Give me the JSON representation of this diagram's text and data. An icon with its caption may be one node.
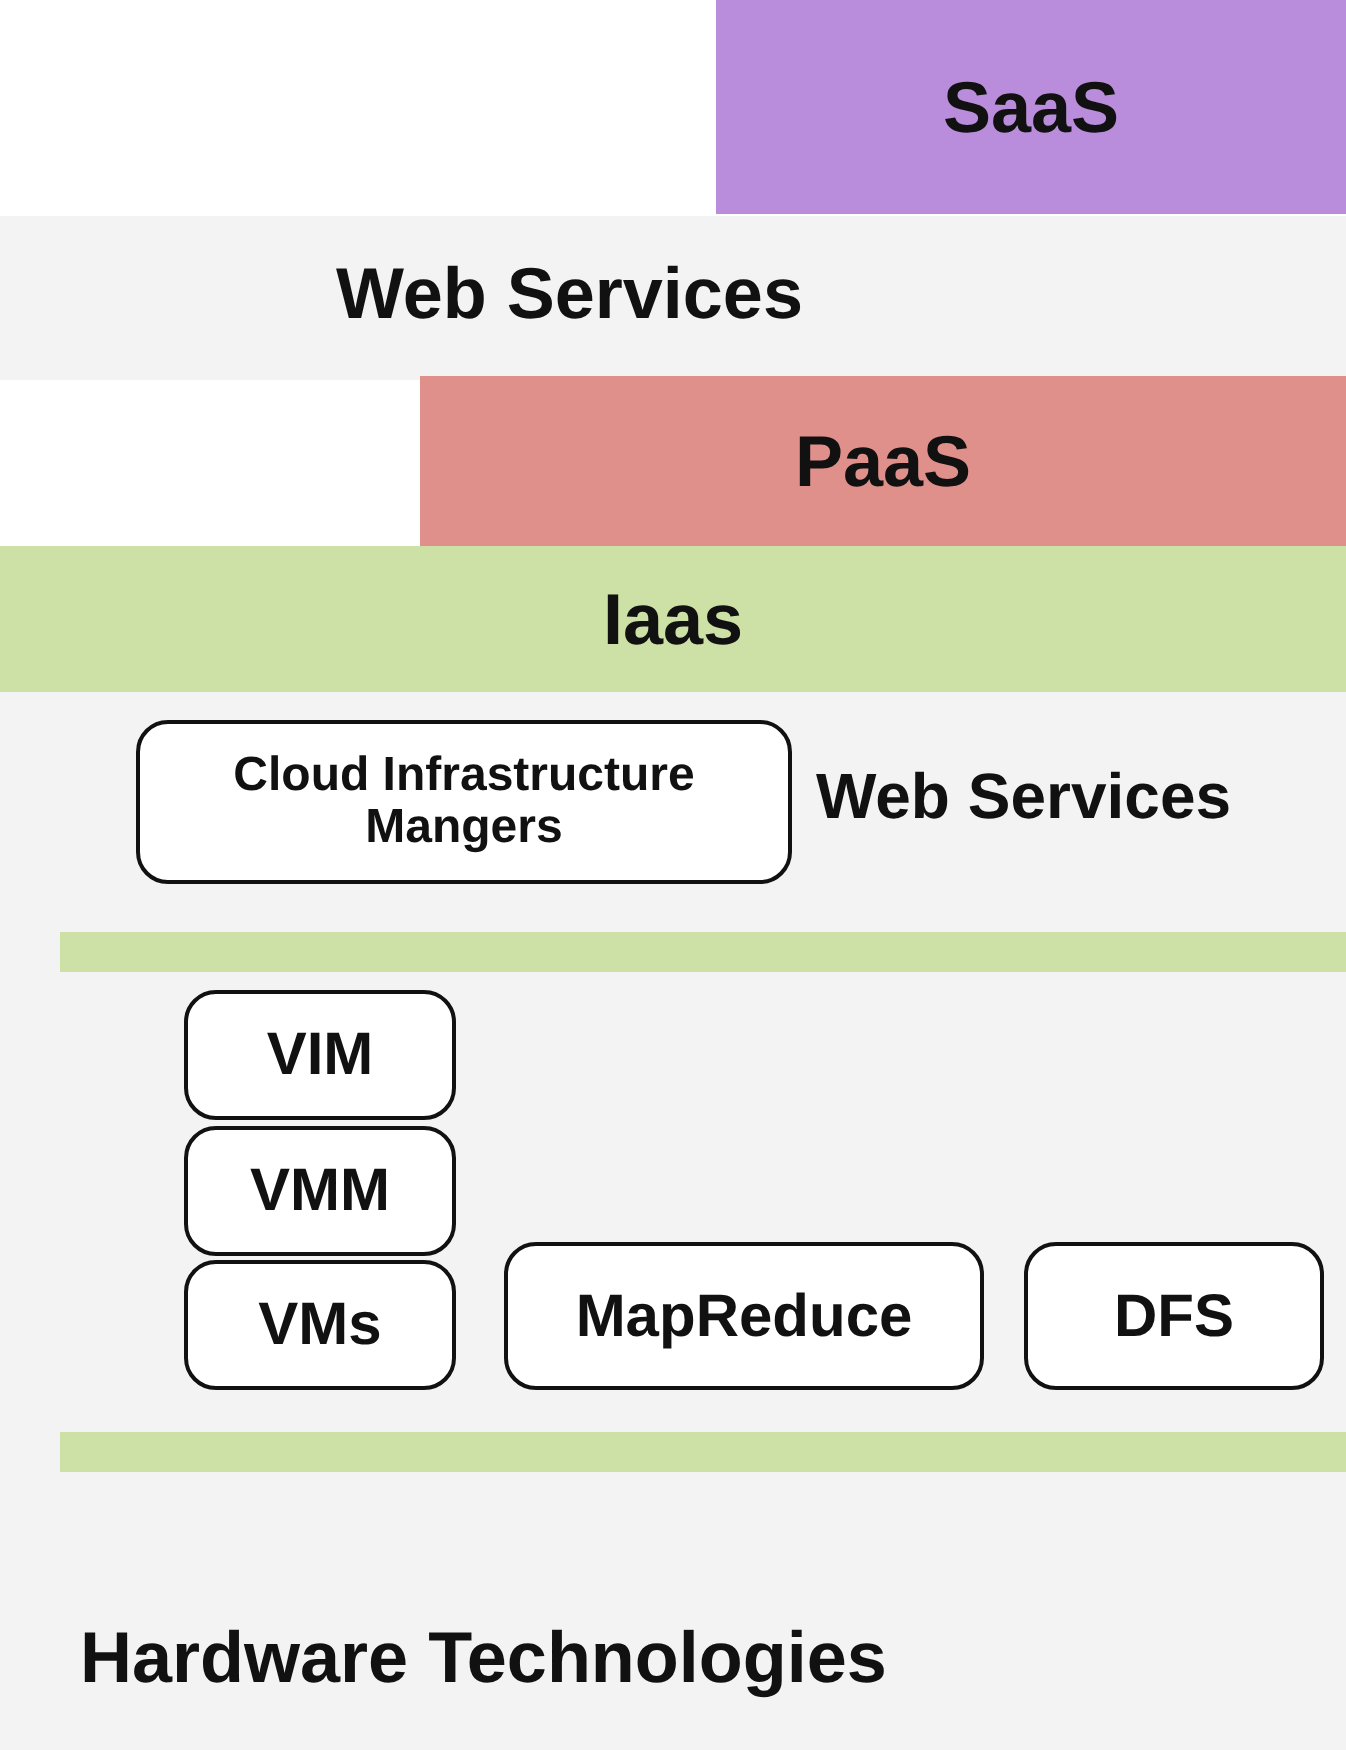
{
  "diagram": {
    "nodes": [
      {
        "text": [
          "SaaS"
        ]
      },
      {
        "text": [
          "PaaS"
        ]
      },
      {
        "text": [
          "Iaas"
        ]
      },
      {
        "text": [
          "Cloud Infrastructure Mangers"
        ]
      },
      {
        "text": [],
        "shape": "bar"
      },
      {
        "text": [
          "VIM"
        ]
      },
      {
        "text": [
          "VMM"
        ]
      },
      {
        "text": [
          "VMs"
        ]
      },
      {
        "text": [
          "MapReduce"
        ]
      },
      {
        "text": [
          "DFS"
        ]
      },
      {
        "text": [],
        "shape": "bar"
      }
    ],
    "labels": [
      "Web Services",
      "Web Services",
      "Hardware Technologies"
    ]
  }
}
